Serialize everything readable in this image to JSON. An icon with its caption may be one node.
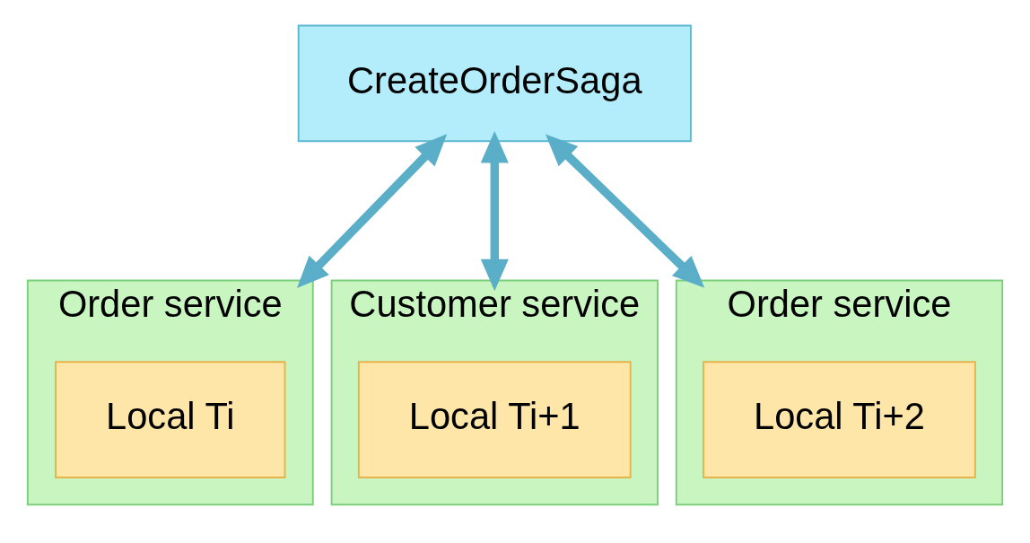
{
  "diagram": {
    "nodes": [
      {
        "text": [
          "CreateOrderSaga"
        ]
      },
      {
        "text": [
          "Order service"
        ]
      },
      {
        "text": [
          "Local Ti"
        ],
        "in": 1
      },
      {
        "text": [
          "Customer service"
        ]
      },
      {
        "text": [
          "Local Ti+1"
        ],
        "in": 3
      },
      {
        "text": [
          "Order service"
        ]
      },
      {
        "text": [
          "Local Ti+2"
        ],
        "in": 5
      }
    ],
    "edges": [
      {
        "from": 0,
        "to": 1,
        "arrow": "both"
      },
      {
        "from": 0,
        "to": 3,
        "arrow": "both"
      },
      {
        "from": 0,
        "to": 5,
        "arrow": "both"
      }
    ]
  }
}
